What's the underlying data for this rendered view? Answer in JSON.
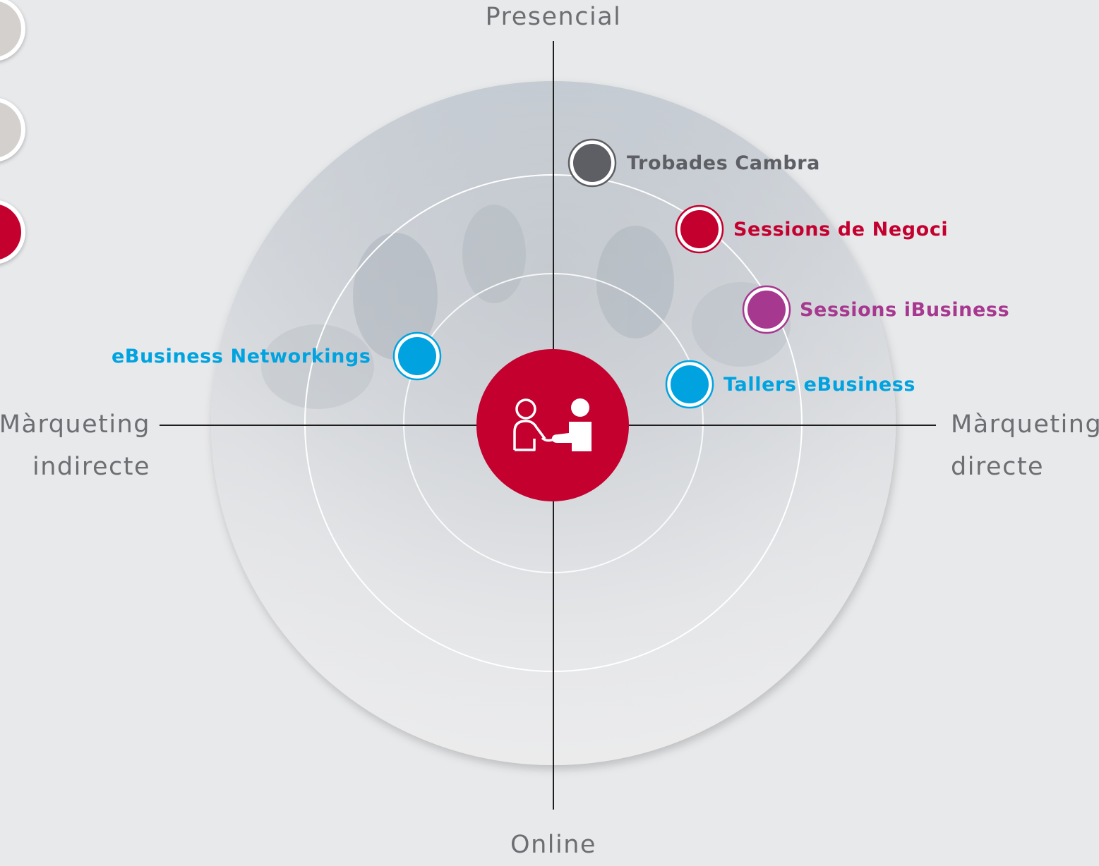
{
  "axes": {
    "top": "Presencial",
    "bottom": "Online",
    "left": [
      "Màrqueting",
      "indirecte"
    ],
    "right": [
      "Màrqueting",
      "directe"
    ]
  },
  "center": {
    "icon": "handshake-people-icon",
    "color": "#c4002f"
  },
  "points": [
    {
      "label": "Trobades Cambra",
      "color": "#5d5f64"
    },
    {
      "label": "Sessions de Negoci",
      "color": "#c4002f"
    },
    {
      "label": "Sessions iBusiness",
      "color": "#a7388f"
    },
    {
      "label": "Tallers eBusiness",
      "color": "#00a3e0"
    },
    {
      "label": "eBusiness Networkings",
      "color": "#00a3e0"
    }
  ],
  "side_nav": [
    {
      "color": "#d3d0cd",
      "active": false
    },
    {
      "color": "#d3d0cd",
      "active": false
    },
    {
      "color": "#c4002f",
      "active": true
    }
  ]
}
